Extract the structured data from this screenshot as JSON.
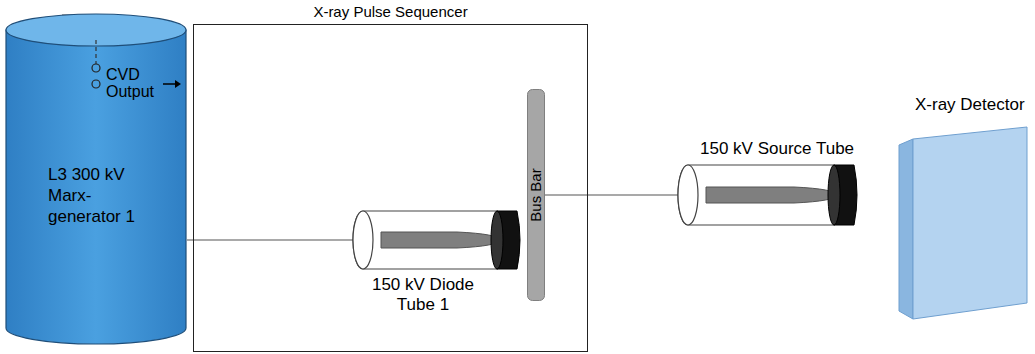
{
  "diagram": {
    "nodes": [
      {
        "text": [
          "X-ray Pulse Sequencer"
        ]
      },
      {
        "text": [
          "CVD Output",
          "L3 300 kV Marx-generator 1"
        ]
      },
      {
        "text": [
          "150 kV Diode Tube 1"
        ],
        "in": 0
      },
      {
        "text": [
          "Bus Bar"
        ],
        "in": 0
      },
      {
        "text": [
          "150 kV Source Tube"
        ]
      },
      {
        "text": [
          "X-ray Detector"
        ]
      }
    ],
    "edges": [
      {
        "from": 1,
        "to": 2,
        "arrow": "none"
      },
      {
        "from": 3,
        "to": 4,
        "arrow": "none"
      }
    ]
  }
}
